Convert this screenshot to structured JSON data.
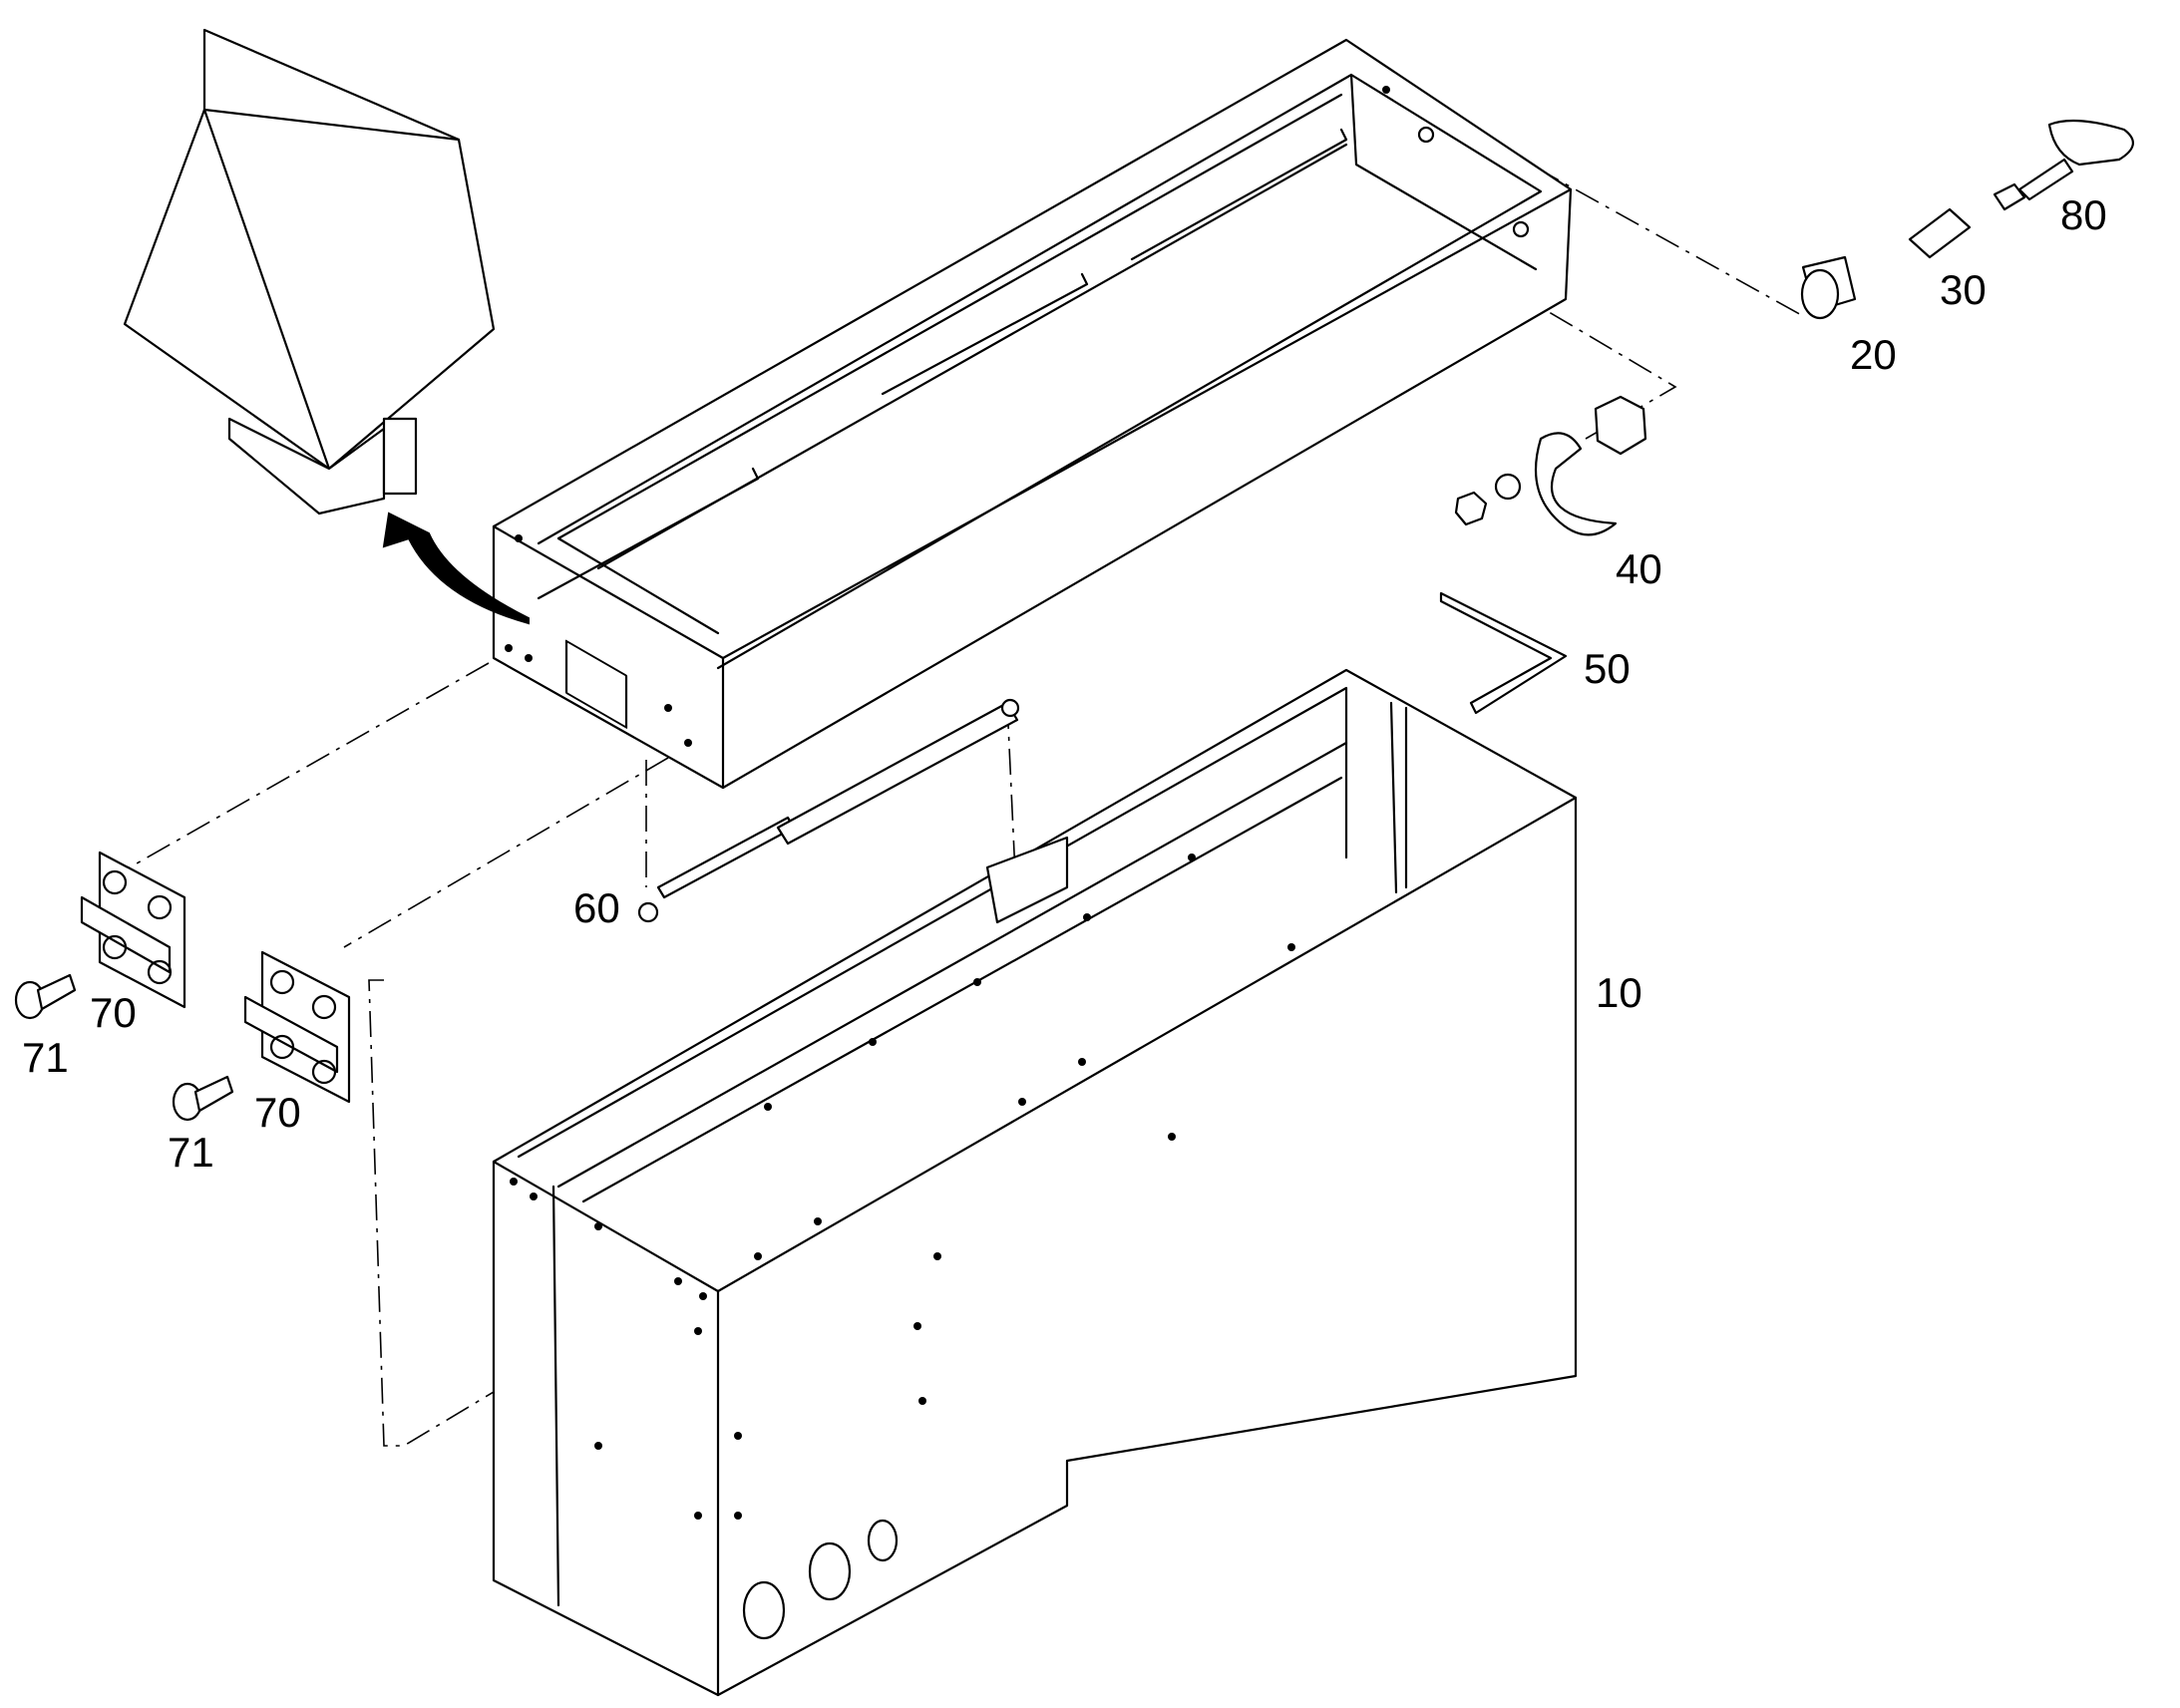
{
  "diagram": {
    "background": "#ffffff",
    "ink": "#000000",
    "callouts": [
      {
        "id": "c10",
        "text": "10",
        "part": "cabinet-box"
      },
      {
        "id": "c20",
        "text": "20",
        "part": "lock-housing"
      },
      {
        "id": "c30",
        "text": "30",
        "part": "lock-cylinder"
      },
      {
        "id": "c40",
        "text": "40",
        "part": "latch-hook"
      },
      {
        "id": "c50",
        "text": "50",
        "part": "key"
      },
      {
        "id": "c60",
        "text": "60",
        "part": "gas-spring"
      },
      {
        "id": "c70a",
        "text": "70",
        "part": "hinge"
      },
      {
        "id": "c70b",
        "text": "70",
        "part": "hinge"
      },
      {
        "id": "c71a",
        "text": "71",
        "part": "screw"
      },
      {
        "id": "c71b",
        "text": "71",
        "part": "screw"
      },
      {
        "id": "c80",
        "text": "80",
        "part": "wire-bracket"
      }
    ]
  }
}
